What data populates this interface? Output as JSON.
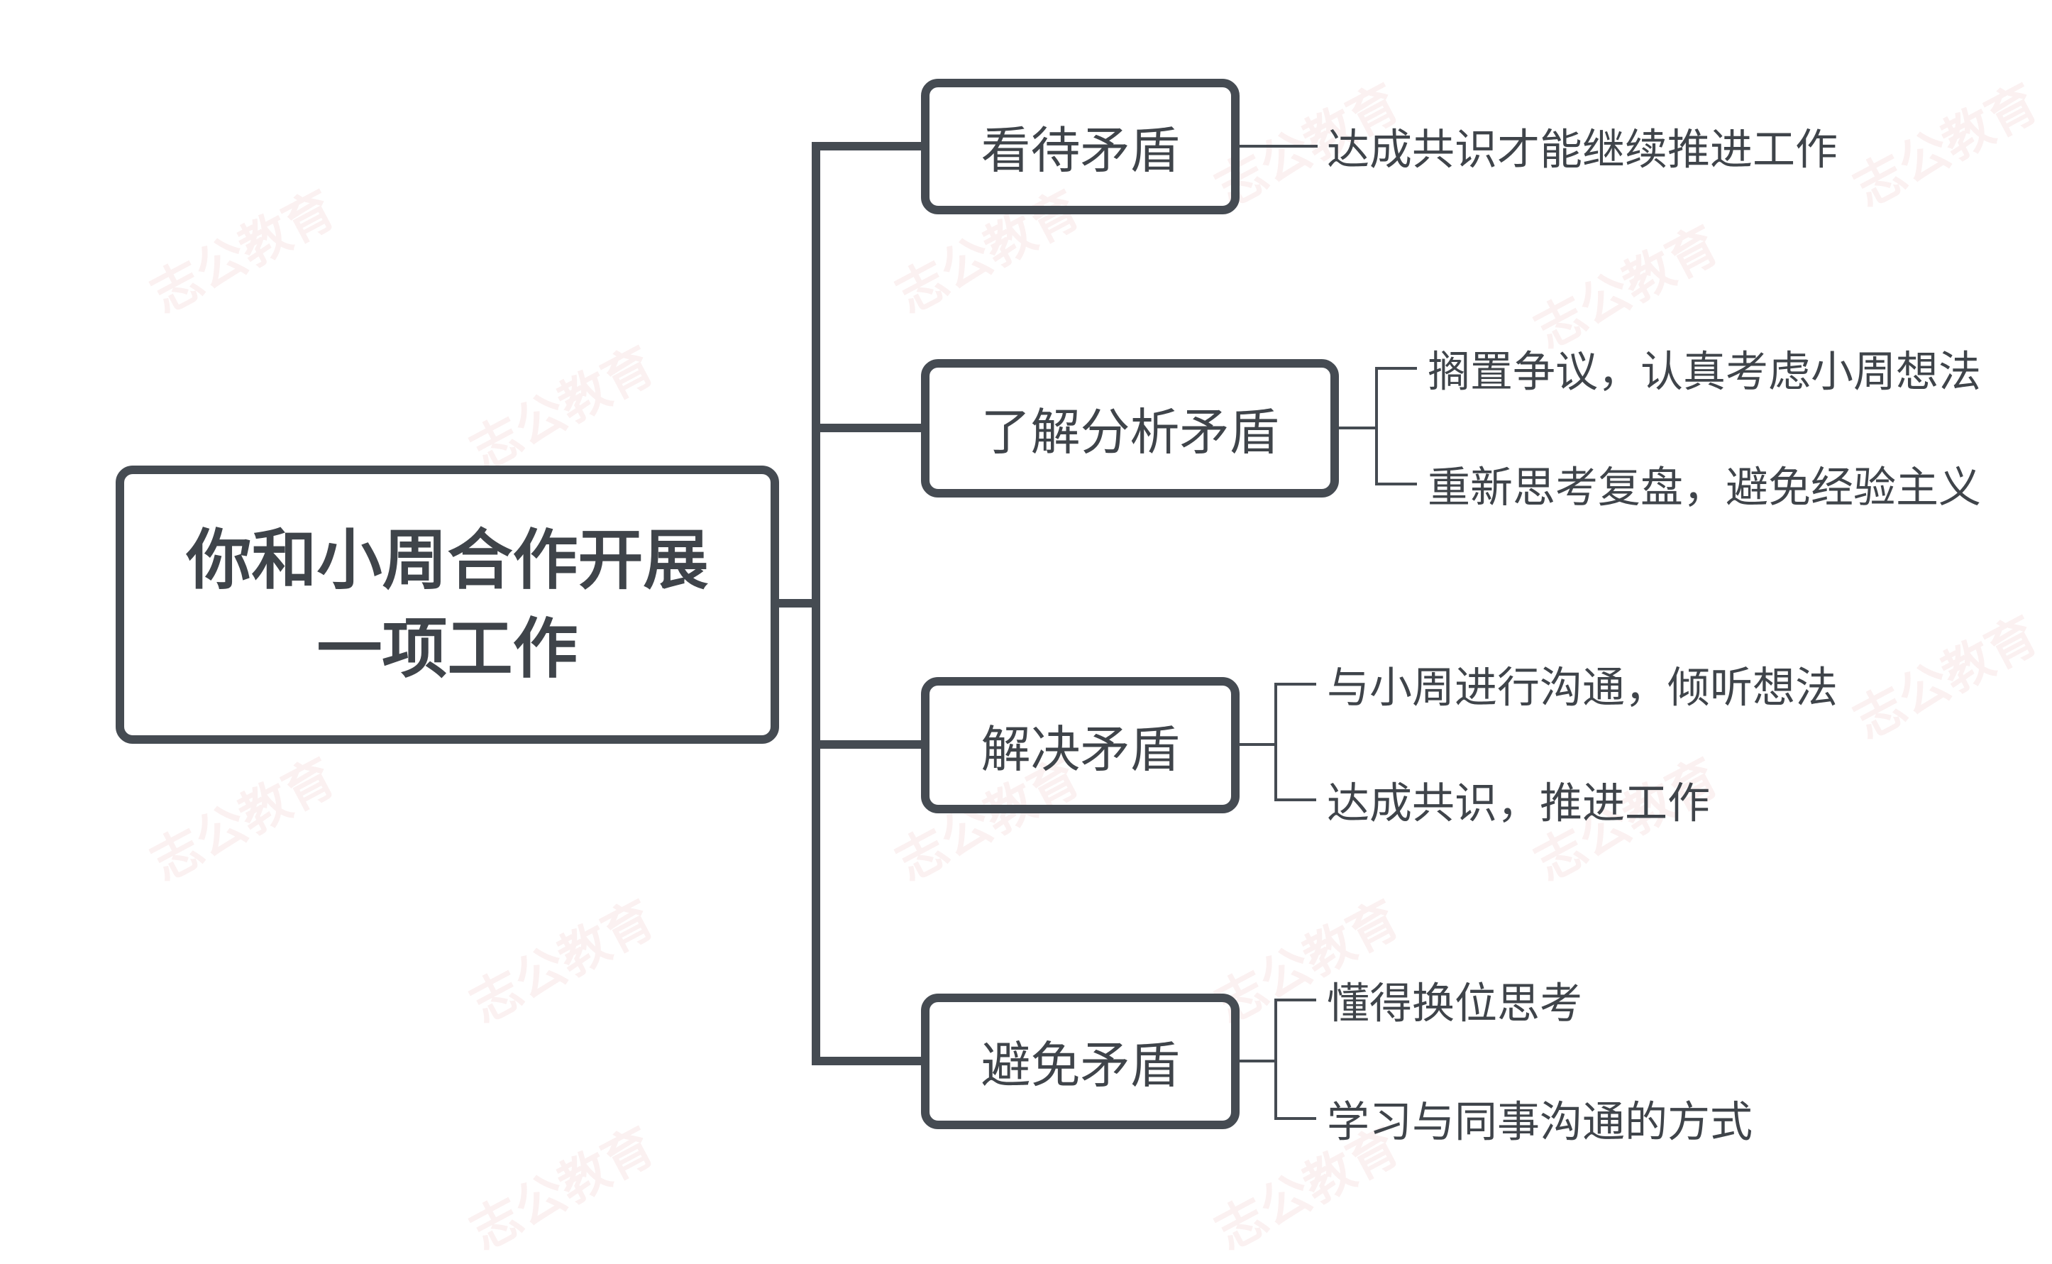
{
  "watermark": "志公教育",
  "colors": {
    "line": "#454b52",
    "text": "#3f444a"
  },
  "root": {
    "label": "你和小周合作开展一项工作"
  },
  "branches": [
    {
      "label": "看待矛盾",
      "leaves": [
        "达成共识才能继续推进工作"
      ]
    },
    {
      "label": "了解分析矛盾",
      "leaves": [
        "搁置争议，认真考虑小周想法",
        "重新思考复盘，避免经验主义"
      ]
    },
    {
      "label": "解决矛盾",
      "leaves": [
        "与小周进行沟通，倾听想法",
        "达成共识，推进工作"
      ]
    },
    {
      "label": "避免矛盾",
      "leaves": [
        "懂得换位思考",
        "学习与同事沟通的方式"
      ]
    }
  ]
}
